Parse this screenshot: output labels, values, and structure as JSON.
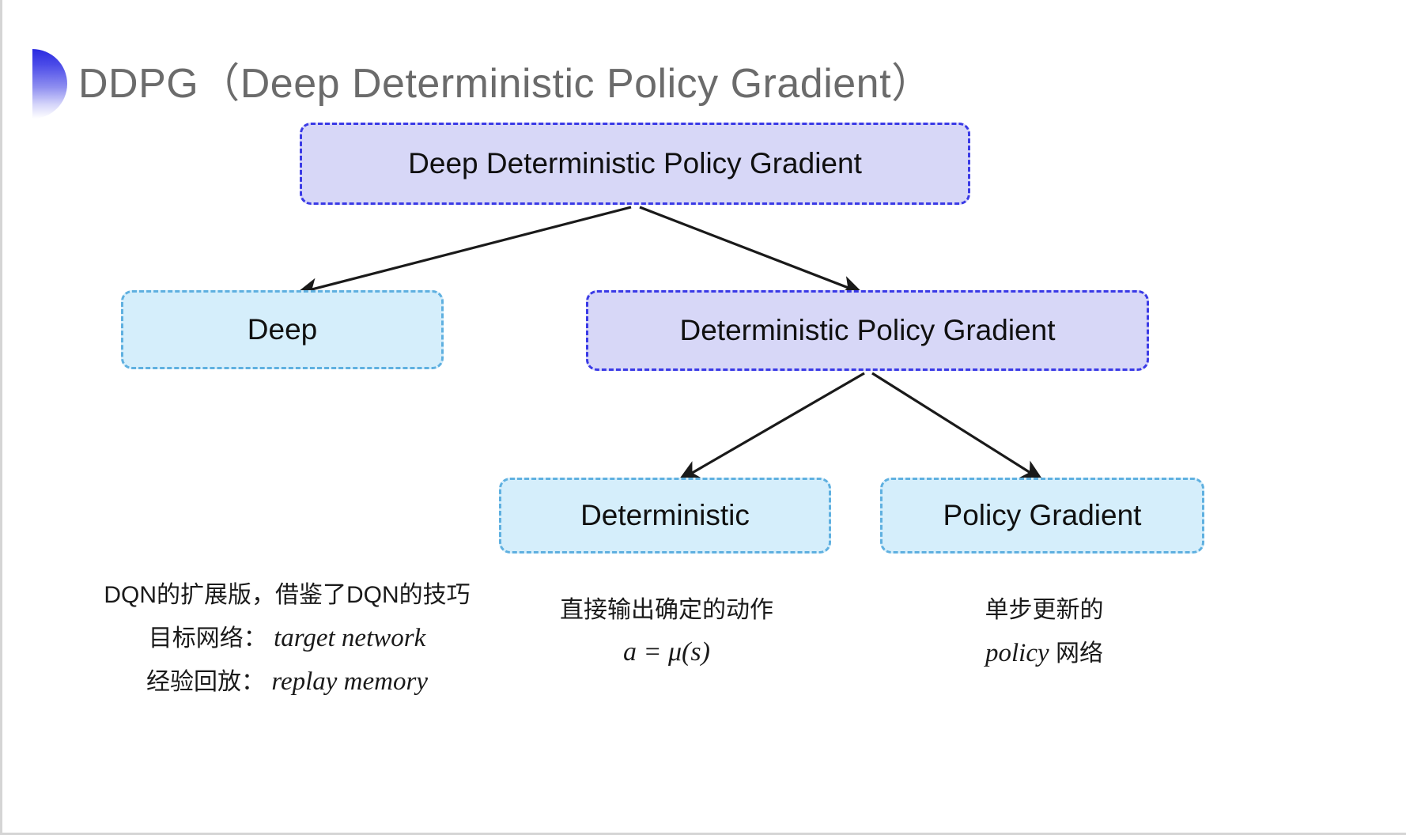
{
  "slide": {
    "title": "DDPG（Deep Deterministic Policy Gradient）",
    "bullet_icon": "gradient-semicircle-icon",
    "background_color": "#ffffff",
    "title_color": "#6b6b6b"
  },
  "colors": {
    "purple_fill": "#d7d7f7",
    "purple_border": "#3a3ae6",
    "cyan_fill": "#d5eefb",
    "cyan_border": "#5fb0e0",
    "arrow": "#1a1a1a",
    "text": "#101010"
  },
  "diagram": {
    "type": "tree",
    "nodes": [
      {
        "id": "root",
        "label": "Deep Deterministic Policy Gradient",
        "style": "purple"
      },
      {
        "id": "deep",
        "label": "Deep",
        "style": "cyan"
      },
      {
        "id": "dpg",
        "label": "Deterministic Policy Gradient",
        "style": "purple"
      },
      {
        "id": "det",
        "label": "Deterministic",
        "style": "cyan"
      },
      {
        "id": "pg",
        "label": "Policy Gradient",
        "style": "cyan"
      }
    ],
    "edges": [
      {
        "from": "root",
        "to": "deep"
      },
      {
        "from": "root",
        "to": "dpg"
      },
      {
        "from": "dpg",
        "to": "det"
      },
      {
        "from": "dpg",
        "to": "pg"
      }
    ]
  },
  "annotations": {
    "left": {
      "line1": "DQN的扩展版，借鉴了DQN的技巧",
      "line2_label": "目标网络：",
      "line2_term": "target network",
      "line3_label": "经验回放：",
      "line3_term": "replay memory"
    },
    "middle": {
      "line1": "直接输出确定的动作",
      "formula": "a = μ(s)"
    },
    "right": {
      "line1": "单步更新的",
      "line2_term": "policy",
      "line2_suffix": " 网络"
    }
  }
}
